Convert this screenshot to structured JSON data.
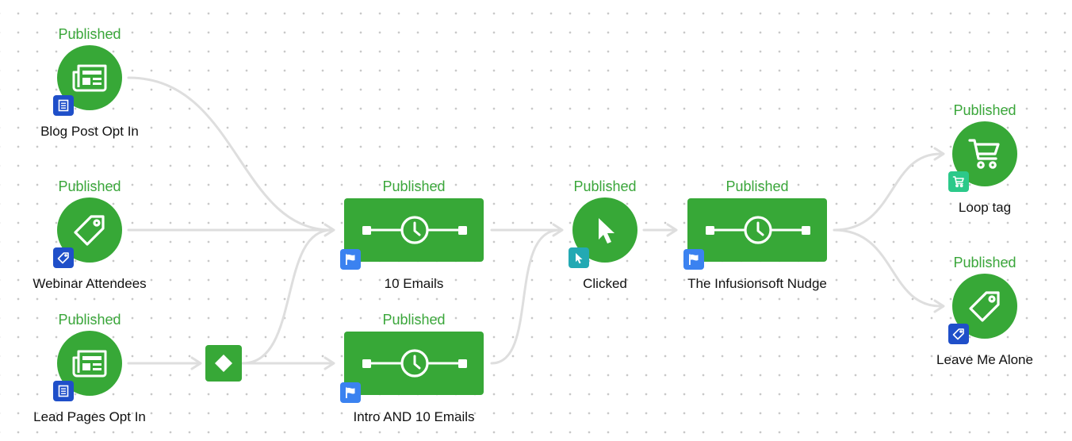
{
  "nodes": {
    "blog_post": {
      "status": "Published",
      "label": "Blog Post Opt In",
      "icon": "newspaper-icon",
      "badge_icon": "document-icon"
    },
    "webinar": {
      "status": "Published",
      "label": "Webinar Attendees",
      "icon": "tag-icon",
      "badge_icon": "tag-icon"
    },
    "lead_pages": {
      "status": "Published",
      "label": "Lead Pages Opt In",
      "icon": "newspaper-icon",
      "badge_icon": "document-icon"
    },
    "ten_emails": {
      "status": "Published",
      "label": "10 Emails",
      "icon": "timer-sequence-icon",
      "badge_icon": "flag-icon"
    },
    "intro_emails": {
      "status": "Published",
      "label": "Intro AND 10 Emails",
      "icon": "timer-sequence-icon",
      "badge_icon": "flag-icon"
    },
    "clicked": {
      "status": "Published",
      "label": "Clicked",
      "icon": "cursor-icon",
      "badge_icon": "cursor-icon"
    },
    "nudge": {
      "status": "Published",
      "label": "The Infusionsoft Nudge",
      "icon": "timer-sequence-icon",
      "badge_icon": "flag-icon"
    },
    "loop_tag": {
      "status": "Published",
      "label": "Loop tag",
      "icon": "cart-icon",
      "badge_icon": "cart-icon"
    },
    "leave_alone": {
      "status": "Published",
      "label": "Leave Me Alone",
      "icon": "tag-icon",
      "badge_icon": "tag-icon"
    },
    "decision": {
      "icon": "diamond-icon"
    }
  },
  "colors": {
    "node": "#37a837",
    "status_text": "#3aa63a",
    "connector": "#dedede",
    "badge_blue": "#1f4fc9",
    "badge_flag": "#3b82f0",
    "badge_cart": "#2cc98a",
    "badge_cursor": "#23a9b3"
  }
}
